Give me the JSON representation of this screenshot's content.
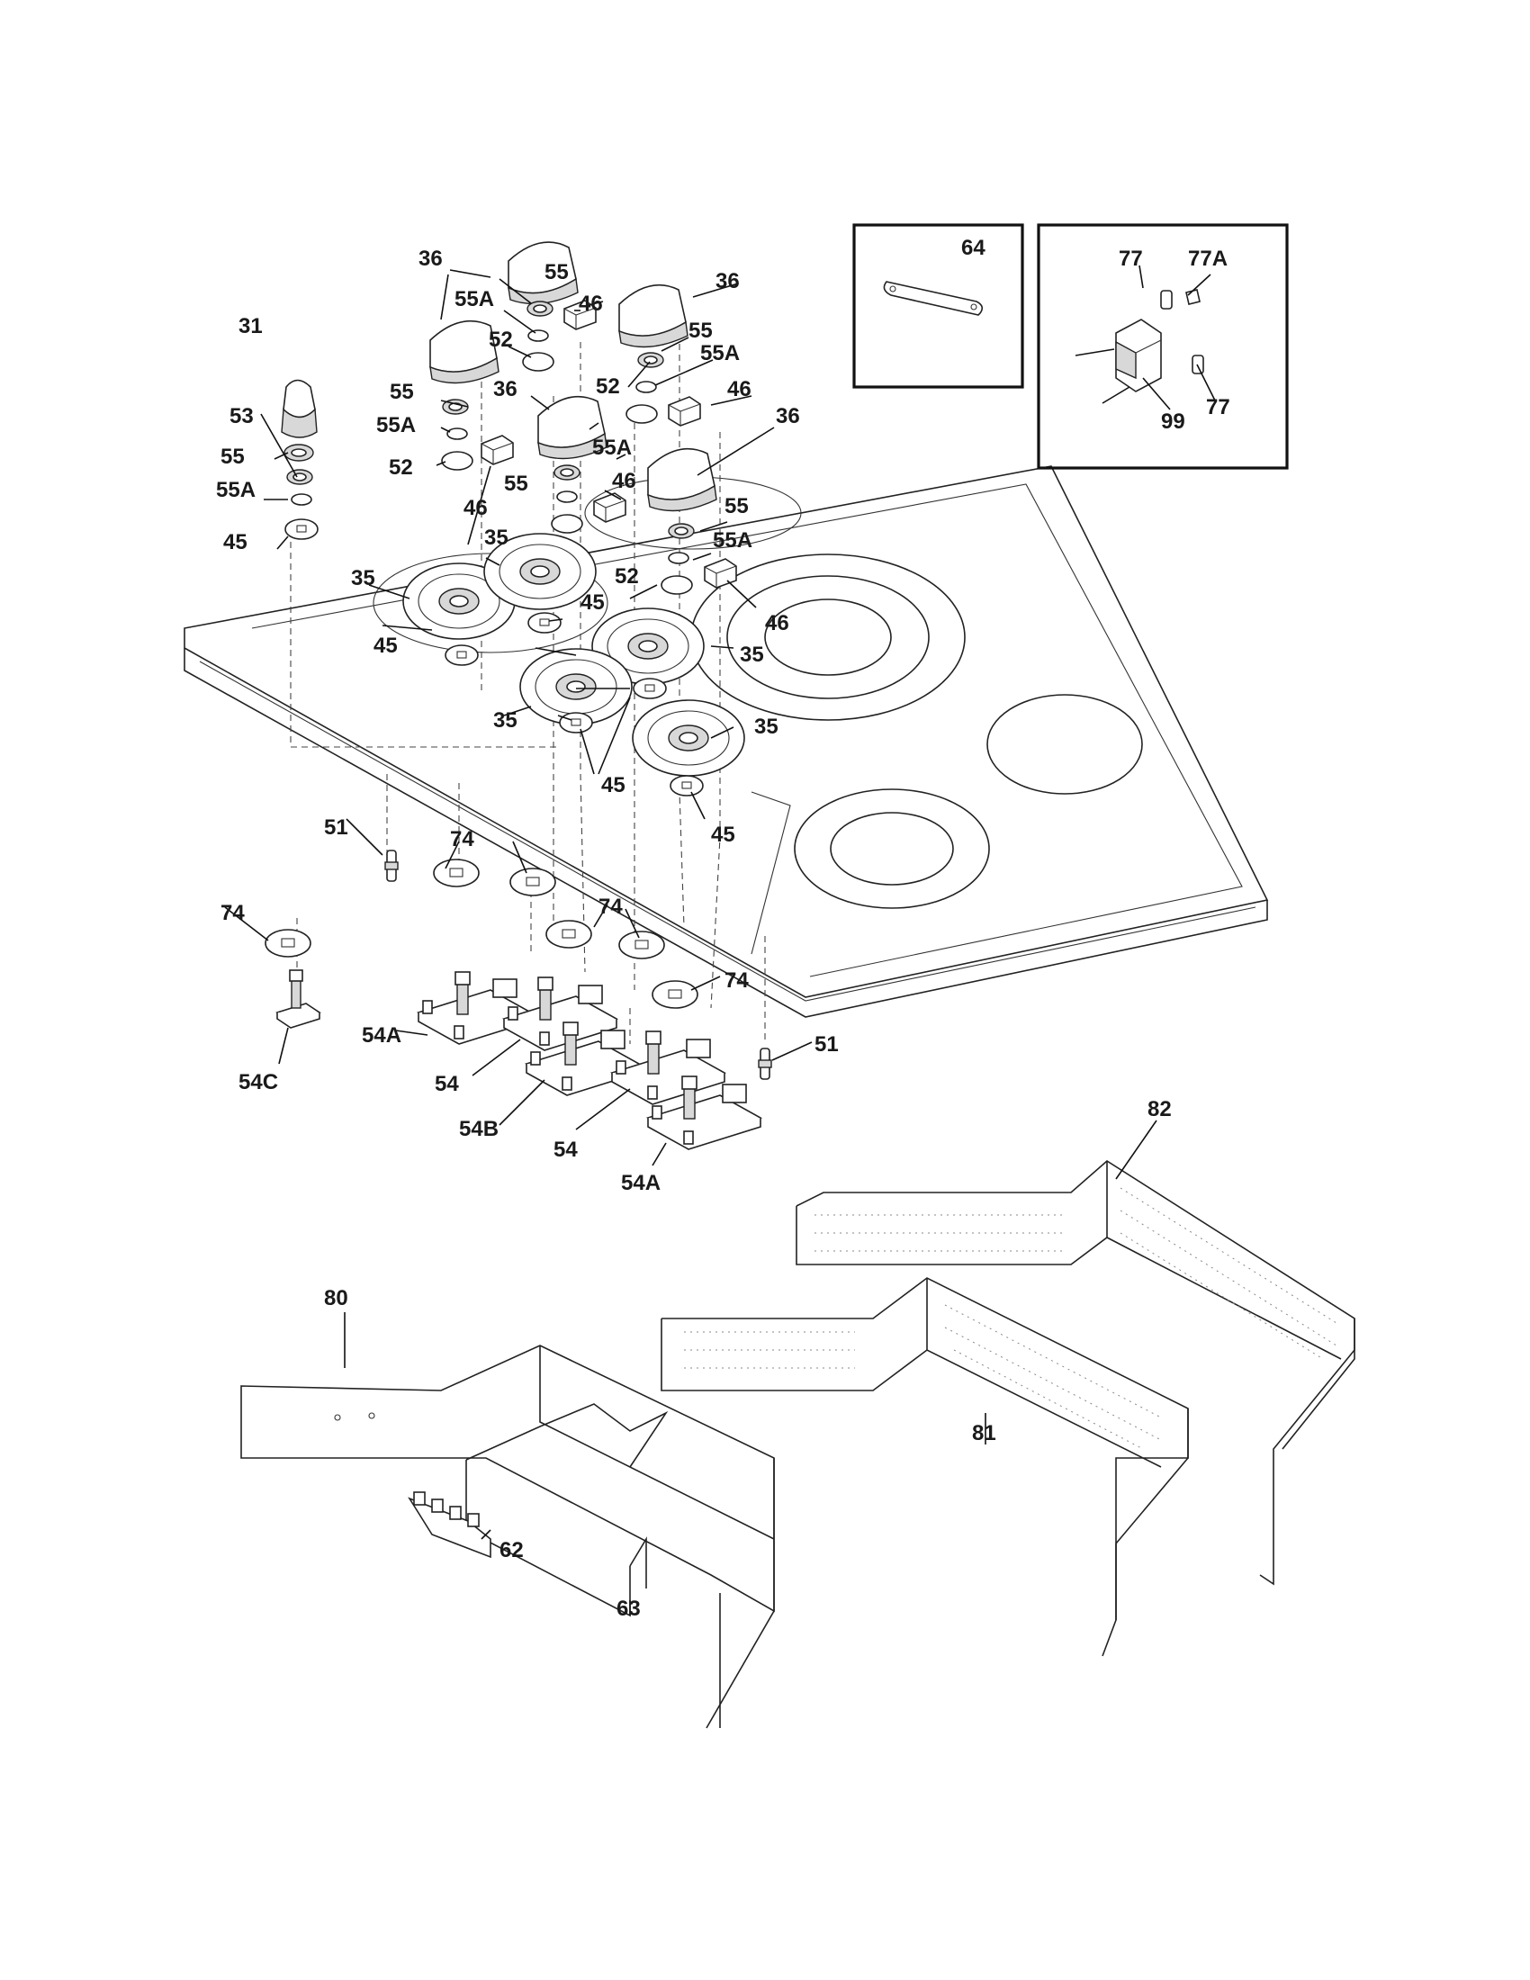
{
  "diagram": {
    "callouts": {
      "n31": "31",
      "n35": "35",
      "n36": "36",
      "n45": "45",
      "n46": "46",
      "n51": "51",
      "n52": "52",
      "n53": "53",
      "n54": "54",
      "n54A": "54A",
      "n54B": "54B",
      "n54C": "54C",
      "n55": "55",
      "n55A": "55A",
      "n62": "62",
      "n63": "63",
      "n64": "64",
      "n74": "74",
      "n77": "77",
      "n77A": "77A",
      "n80": "80",
      "n81": "81",
      "n82": "82",
      "n99": "99"
    }
  },
  "colors": {
    "line": "#222222",
    "background": "#ffffff",
    "knob_shade": "#d8d8d8"
  }
}
